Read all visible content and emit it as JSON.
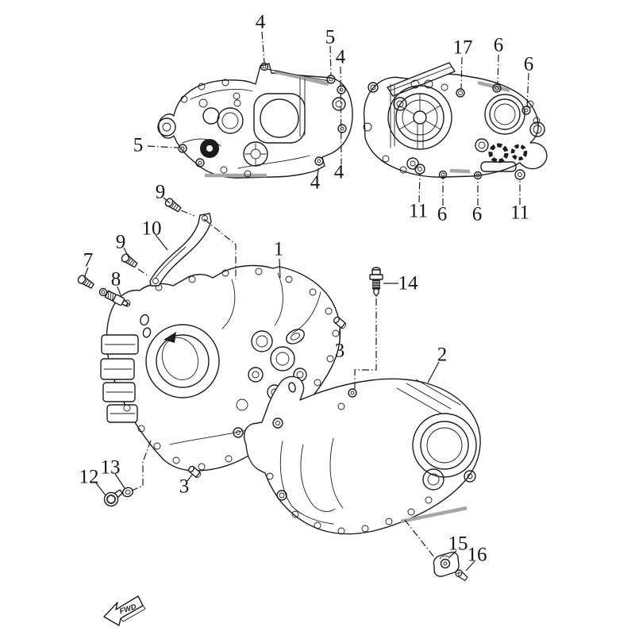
{
  "diagram": {
    "background_color": "#ffffff",
    "line_color": "#1c1c1c",
    "fwd_marker": {
      "label": "FWD"
    },
    "callouts": [
      {
        "id": "4-top-case-a",
        "label": "4"
      },
      {
        "id": "5-topright-case-a",
        "label": "5"
      },
      {
        "id": "4-right-case-a",
        "label": "4"
      },
      {
        "id": "5-left-case-a",
        "label": "5"
      },
      {
        "id": "4-bottomright-a",
        "label": "4"
      },
      {
        "id": "4-bottomright-b",
        "label": "4"
      },
      {
        "id": "17-case-b",
        "label": "17"
      },
      {
        "id": "6-top-a",
        "label": "6"
      },
      {
        "id": "6-top-b",
        "label": "6"
      },
      {
        "id": "11-bottom-a",
        "label": "11"
      },
      {
        "id": "6-bottom-a",
        "label": "6"
      },
      {
        "id": "6-bottom-b",
        "label": "6"
      },
      {
        "id": "11-bottom-b",
        "label": "11"
      },
      {
        "id": "9-upper",
        "label": "9"
      },
      {
        "id": "10-bracket",
        "label": "10"
      },
      {
        "id": "9-lower",
        "label": "9"
      },
      {
        "id": "7-bolt",
        "label": "7"
      },
      {
        "id": "8-switch",
        "label": "8"
      },
      {
        "id": "1-crankcase",
        "label": "1"
      },
      {
        "id": "14-sensor",
        "label": "14"
      },
      {
        "id": "3-dowel-a",
        "label": "3"
      },
      {
        "id": "2-crankcase",
        "label": "2"
      },
      {
        "id": "12-drain-bolt",
        "label": "12"
      },
      {
        "id": "13-washer",
        "label": "13"
      },
      {
        "id": "3-dowel-b",
        "label": "3"
      },
      {
        "id": "15-plate",
        "label": "15"
      },
      {
        "id": "16-screw",
        "label": "16"
      }
    ]
  }
}
